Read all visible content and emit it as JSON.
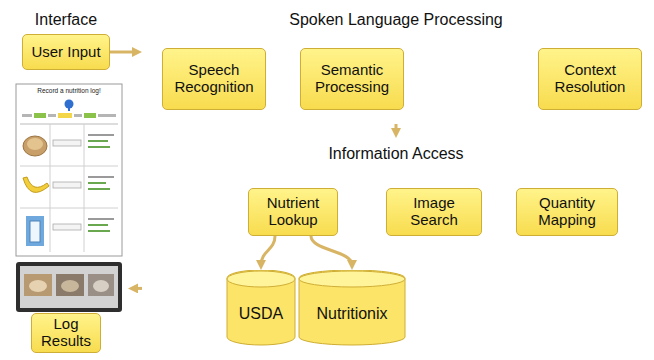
{
  "diagram": {
    "nodes": [
      {
        "text": [
          "Interface"
        ]
      },
      {
        "text": [
          "User Input"
        ],
        "in": 0
      },
      {
        "text": [
          "Log Results"
        ],
        "in": 0
      },
      {
        "text": [
          "Spoken Language Processing"
        ]
      },
      {
        "text": [
          "Speech Recognition"
        ],
        "in": 3
      },
      {
        "text": [
          "Semantic Processing"
        ],
        "in": 3
      },
      {
        "text": [
          "Context Resolution"
        ],
        "in": 3
      },
      {
        "text": [
          "Information Access"
        ]
      },
      {
        "text": [
          "Nutrient Lookup"
        ],
        "in": 7
      },
      {
        "text": [
          "Image Search"
        ],
        "in": 7
      },
      {
        "text": [
          "Quantity Mapping"
        ],
        "in": 7
      },
      {
        "text": [
          "USDA"
        ],
        "in": 7
      },
      {
        "text": [
          "Nutritionix"
        ],
        "in": 7
      }
    ],
    "edges": [
      {
        "from": 1,
        "to": 3,
        "arrow": "to"
      },
      {
        "from": 3,
        "to": 7,
        "arrow": "to"
      },
      {
        "from": 7,
        "to": 0,
        "arrow": "to"
      },
      {
        "from": 8,
        "to": 11,
        "arrow": "to"
      },
      {
        "from": 8,
        "to": 12,
        "arrow": "to"
      }
    ],
    "labels": [
      "Record a nutrition log!"
    ]
  }
}
